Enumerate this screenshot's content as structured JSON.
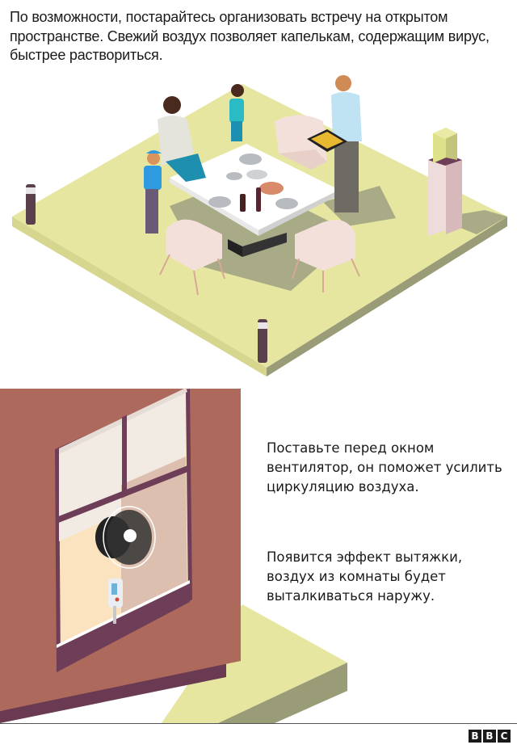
{
  "section1": {
    "caption": "По возможности, постарайтесь организовать встречу на открытом пространстве. Свежий воздух позволяет капелькам, содержащим вирус, быстрее раствориться.",
    "illustration": "outdoor-terrace-family-dinner"
  },
  "section2": {
    "caption_1": "Поставьте перед окном вентилятор, он поможет усилить циркуляцию воздуха.",
    "caption_2": "Появится эффект вытяжки, воздух из комнаты будет выталкиваться наружу.",
    "illustration": "window-with-fan"
  },
  "footer": {
    "logo_letters": [
      "B",
      "B",
      "C"
    ]
  },
  "colors": {
    "ground": "#e6e6a0",
    "ground_side": "#9a9c78",
    "shadow": "#a8ab86",
    "wall": "#ad6a5c",
    "window_frame": "#6e3e58",
    "room_floor": "#fbe3bf",
    "room_wall": "#dcbfae",
    "chair": "#f4e0da",
    "table": "#ffffff",
    "table_base": "#333333",
    "bollard": "#5a3f4c"
  }
}
